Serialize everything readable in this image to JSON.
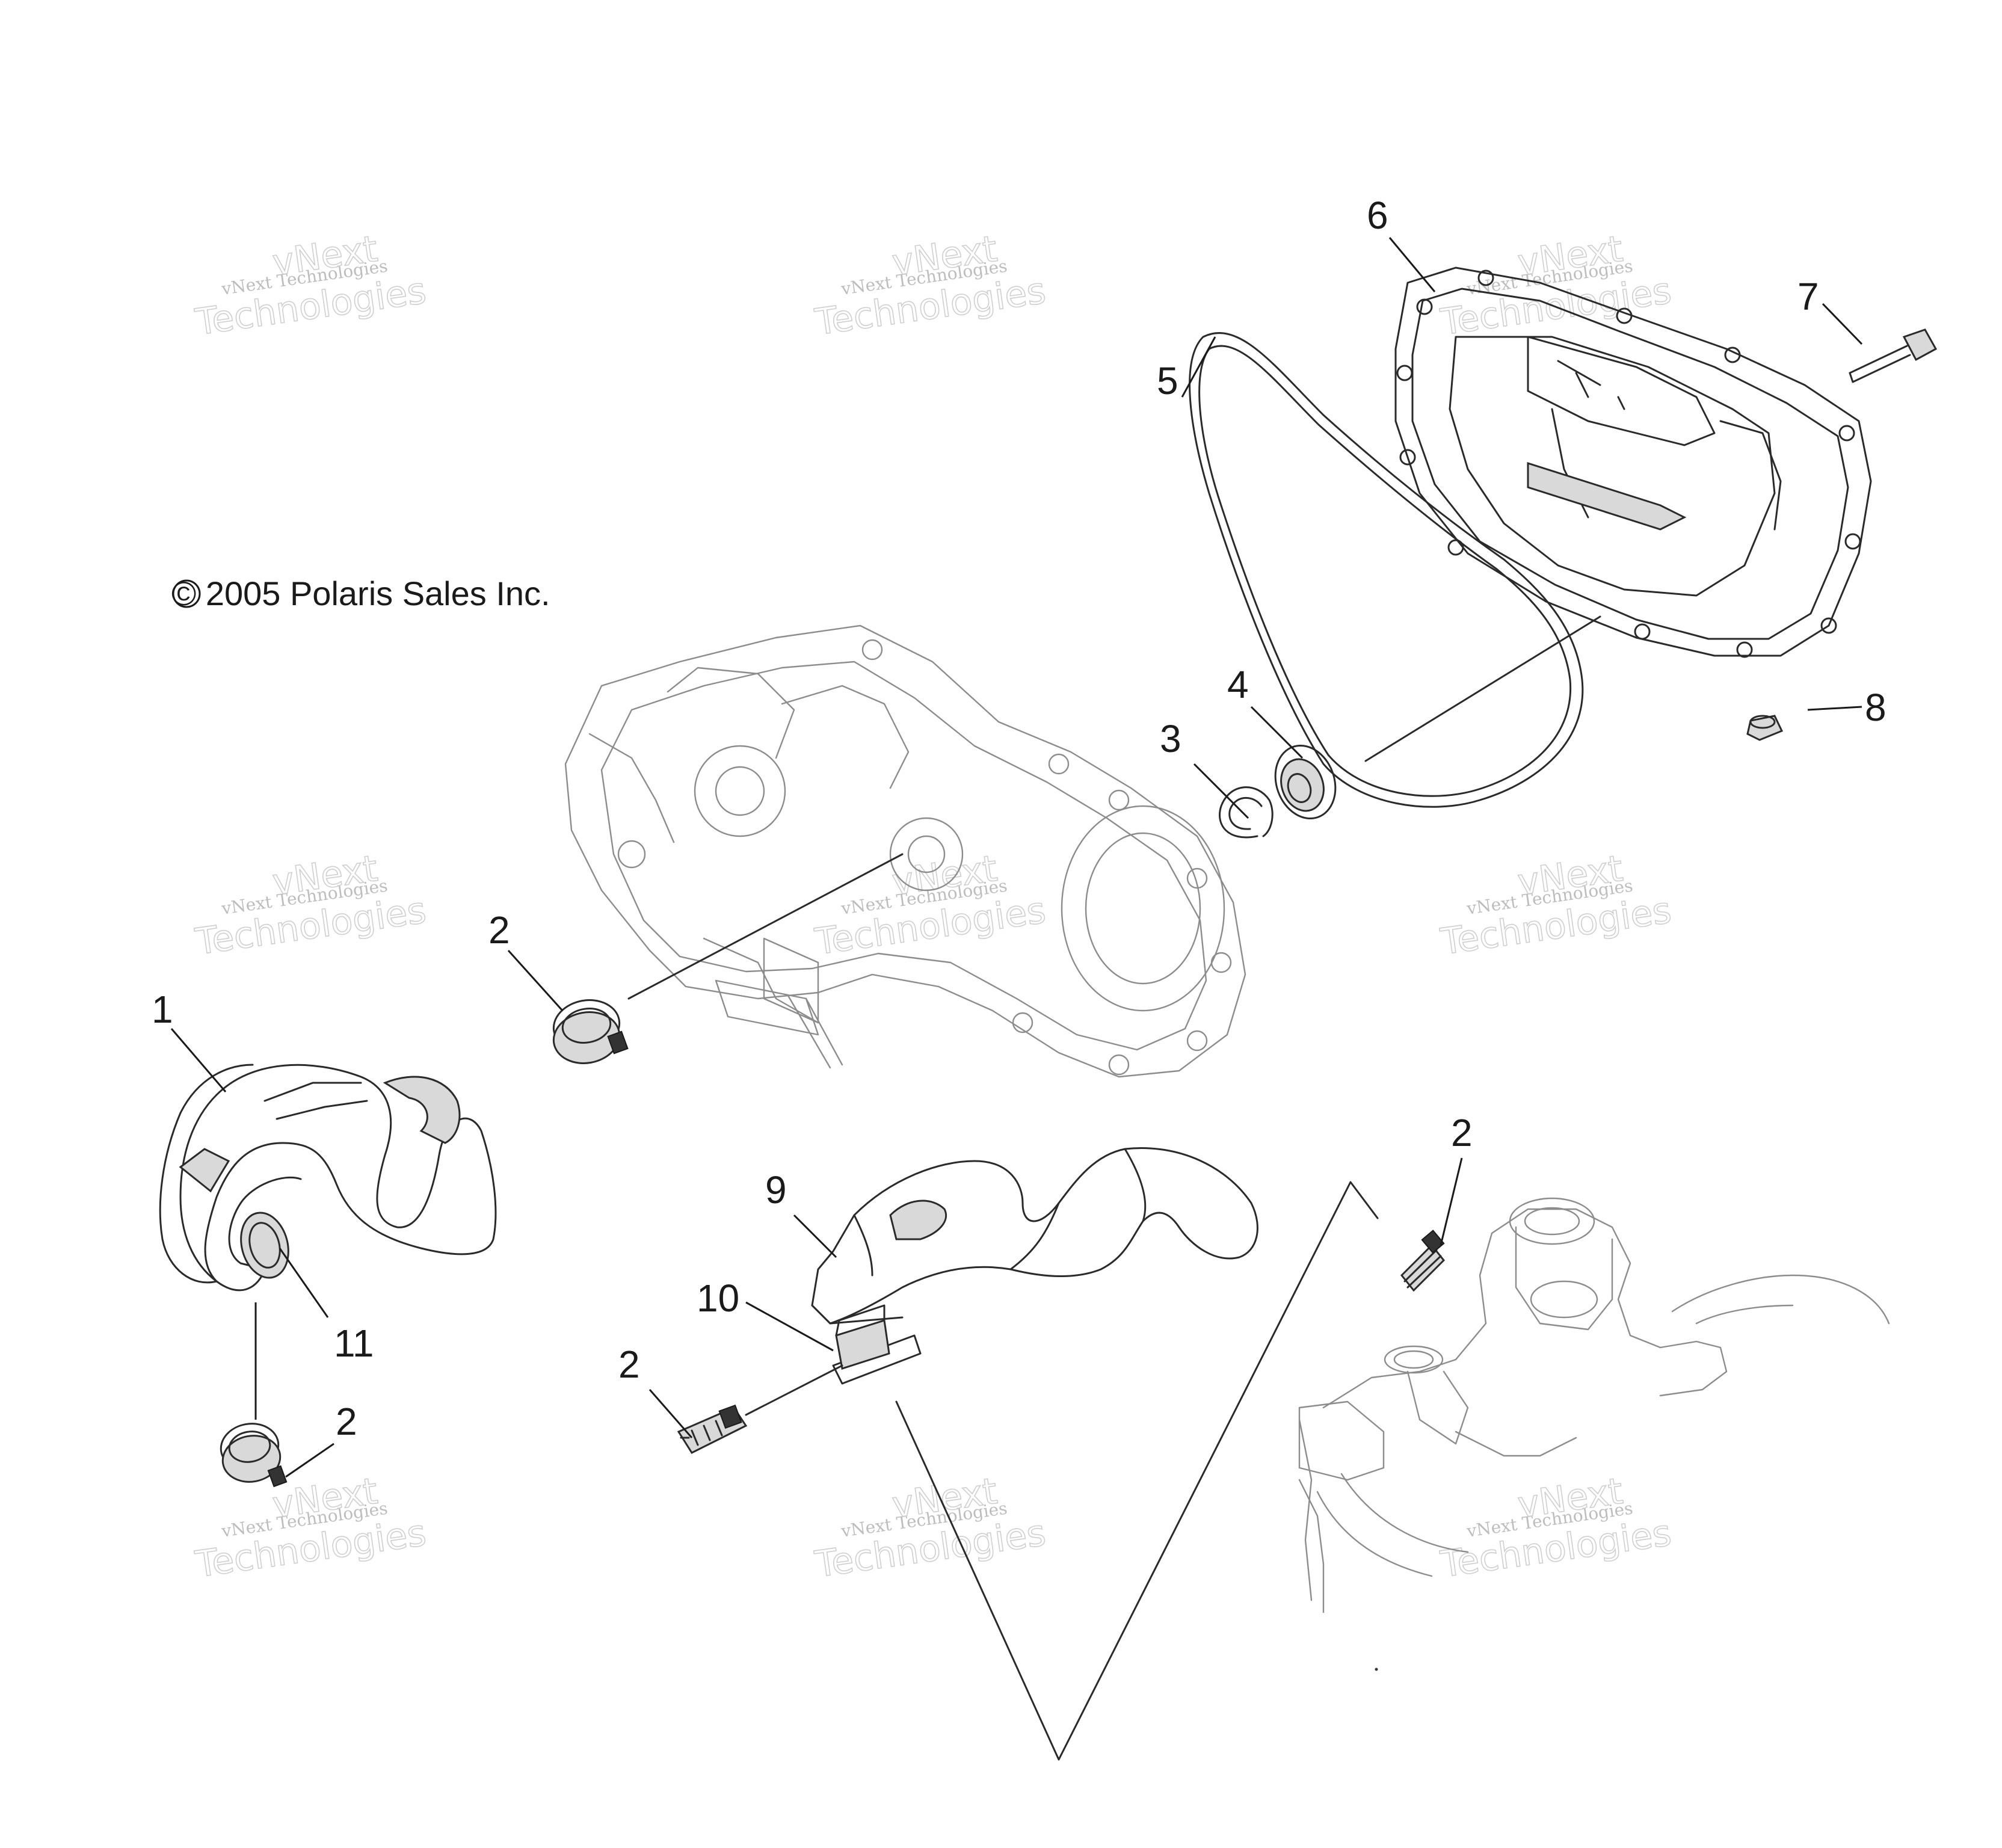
{
  "copyright": "© 2005 Polaris Sales Inc.",
  "watermark": {
    "line1": "vNext Technologies",
    "line2": "vNext",
    "line3": "Technologies",
    "color": "#bdbdbd"
  },
  "callouts": {
    "c1": "1",
    "c2a": "2",
    "c2b": "2",
    "c2c": "2",
    "c2d": "2",
    "c3": "3",
    "c4": "4",
    "c5": "5",
    "c6": "6",
    "c7": "7",
    "c8": "8",
    "c9": "9",
    "c10": "10",
    "c11": "11"
  },
  "parts": {
    "p1": "inlet-duct",
    "p2": "hose-clamp",
    "p3": "retaining-ring",
    "p4": "bearing",
    "p5": "seal",
    "p6": "clutch-cover",
    "p7": "bolt",
    "p8": "nut",
    "p9": "outlet-duct",
    "p10": "adapter",
    "p11": "coupler"
  }
}
